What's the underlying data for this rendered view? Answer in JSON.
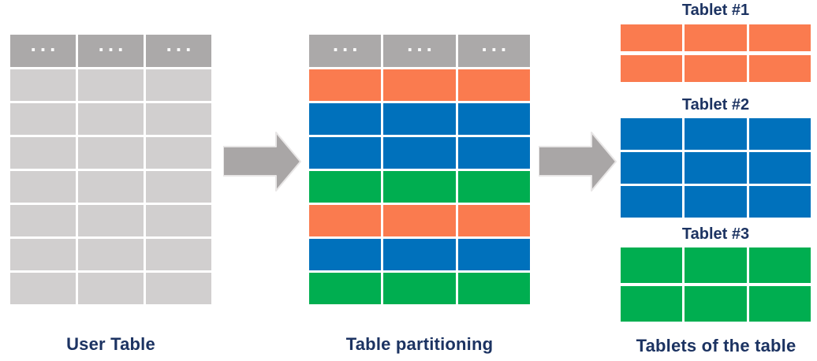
{
  "colors": {
    "orange": "#FA7B4F",
    "blue": "#0071BC",
    "green": "#00AE50",
    "header_gray": "#ABA9A9",
    "row_gray": "#D1CFCF",
    "arrow_gray": "#A9A6A6",
    "arrow_outline": "#E8E6E6",
    "navy": "#1C3362"
  },
  "user_table": {
    "label": "User Table",
    "header_cells": [
      "...",
      "...",
      "..."
    ],
    "cols": 3,
    "row_colors": [
      "row_gray",
      "row_gray",
      "row_gray",
      "row_gray",
      "row_gray",
      "row_gray",
      "row_gray"
    ]
  },
  "partition_table": {
    "label": "Table partitioning",
    "header_cells": [
      "...",
      "...",
      "..."
    ],
    "cols": 3,
    "row_colors": [
      "orange",
      "blue",
      "blue",
      "green",
      "orange",
      "blue",
      "green"
    ]
  },
  "tablets": {
    "label": "Tablets of the table",
    "items": [
      {
        "title": "Tablet #1",
        "color": "orange",
        "rows": 2,
        "cols": 3
      },
      {
        "title": "Tablet #2",
        "color": "blue",
        "rows": 3,
        "cols": 3
      },
      {
        "title": "Tablet #3",
        "color": "green",
        "rows": 2,
        "cols": 3
      }
    ]
  },
  "arrows": [
    {
      "icon": "arrow-right"
    },
    {
      "icon": "arrow-right"
    }
  ]
}
